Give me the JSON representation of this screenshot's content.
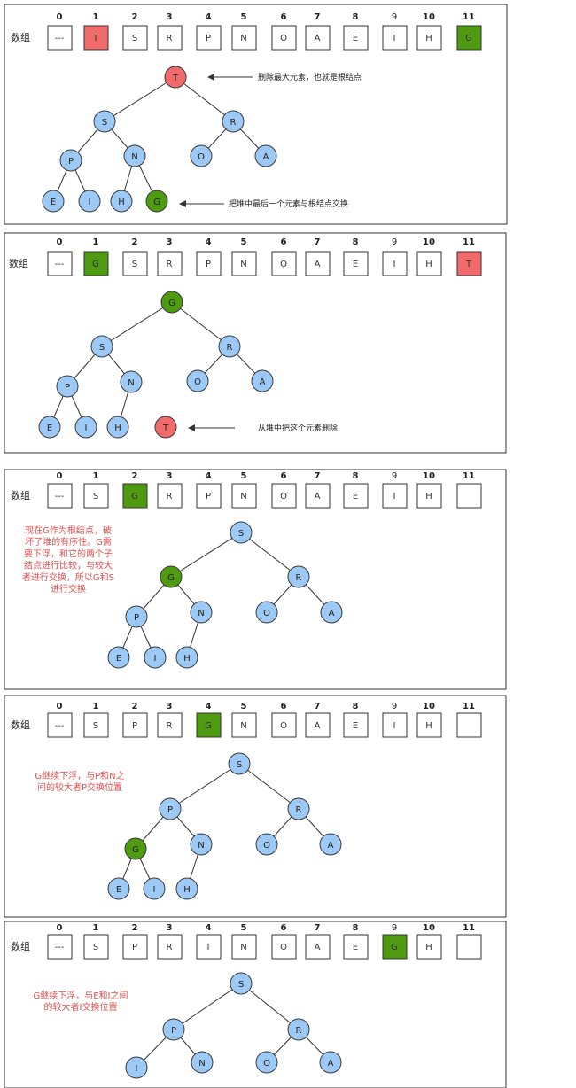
{
  "colors": {
    "red": "#f26b6b",
    "green": "#4e9a10",
    "blue": "#9cc9f5",
    "note": "#e05050"
  },
  "panels": [
    {
      "row_label": "数组",
      "indices": [
        "0",
        "1",
        "2",
        "3",
        "4",
        "5",
        "6",
        "7",
        "8",
        "9",
        "10",
        "11"
      ],
      "cells": [
        "---",
        "T",
        "S",
        "R",
        "P",
        "N",
        "O",
        "A",
        "E",
        "I",
        "H",
        "G"
      ],
      "cell_colors": [
        "",
        "red",
        "",
        "",
        "",
        "",
        "",
        "",
        "",
        "",
        "",
        "green"
      ],
      "nodes": [
        {
          "label": "T",
          "color": "red"
        },
        {
          "label": "S",
          "color": "blue"
        },
        {
          "label": "R",
          "color": "blue"
        },
        {
          "label": "P",
          "color": "blue"
        },
        {
          "label": "N",
          "color": "blue"
        },
        {
          "label": "O",
          "color": "blue"
        },
        {
          "label": "A",
          "color": "blue"
        },
        {
          "label": "E",
          "color": "blue"
        },
        {
          "label": "I",
          "color": "blue"
        },
        {
          "label": "H",
          "color": "blue"
        },
        {
          "label": "G",
          "color": "green"
        }
      ],
      "annotations": [
        "删除最大元素，也就是根结点",
        "把堆中最后一个元素与根结点交换"
      ],
      "note": []
    },
    {
      "row_label": "数组",
      "indices": [
        "0",
        "1",
        "2",
        "3",
        "4",
        "5",
        "6",
        "7",
        "8",
        "9",
        "10",
        "11"
      ],
      "cells": [
        "---",
        "G",
        "S",
        "R",
        "P",
        "N",
        "O",
        "A",
        "E",
        "I",
        "H",
        "T"
      ],
      "cell_colors": [
        "",
        "green",
        "",
        "",
        "",
        "",
        "",
        "",
        "",
        "",
        "",
        "red"
      ],
      "nodes": [
        {
          "label": "G",
          "color": "green"
        },
        {
          "label": "S",
          "color": "blue"
        },
        {
          "label": "R",
          "color": "blue"
        },
        {
          "label": "P",
          "color": "blue"
        },
        {
          "label": "N",
          "color": "blue"
        },
        {
          "label": "O",
          "color": "blue"
        },
        {
          "label": "A",
          "color": "blue"
        },
        {
          "label": "E",
          "color": "blue"
        },
        {
          "label": "I",
          "color": "blue"
        },
        {
          "label": "H",
          "color": "blue"
        },
        {
          "label": "T",
          "color": "red"
        }
      ],
      "annotations": [
        "从堆中把这个元素删除"
      ],
      "note": []
    },
    {
      "row_label": "数组",
      "indices": [
        "0",
        "1",
        "2",
        "3",
        "4",
        "5",
        "6",
        "7",
        "8",
        "9",
        "10",
        "11"
      ],
      "cells": [
        "---",
        "S",
        "G",
        "R",
        "P",
        "N",
        "O",
        "A",
        "E",
        "I",
        "H",
        ""
      ],
      "cell_colors": [
        "",
        "",
        "green",
        "",
        "",
        "",
        "",
        "",
        "",
        "",
        "",
        ""
      ],
      "nodes": [
        {
          "label": "S",
          "color": "blue"
        },
        {
          "label": "G",
          "color": "green"
        },
        {
          "label": "R",
          "color": "blue"
        },
        {
          "label": "P",
          "color": "blue"
        },
        {
          "label": "N",
          "color": "blue"
        },
        {
          "label": "O",
          "color": "blue"
        },
        {
          "label": "A",
          "color": "blue"
        },
        {
          "label": "E",
          "color": "blue"
        },
        {
          "label": "I",
          "color": "blue"
        },
        {
          "label": "H",
          "color": "blue"
        }
      ],
      "annotations": [],
      "note": [
        "现在G作为根结点，破",
        "坏了堆的有序性。G需",
        "要下浮，和它的两个子",
        "结点进行比较，与较大",
        "者进行交换，所以G和S",
        "进行交换"
      ]
    },
    {
      "row_label": "数组",
      "indices": [
        "0",
        "1",
        "2",
        "3",
        "4",
        "5",
        "6",
        "7",
        "8",
        "9",
        "10",
        "11"
      ],
      "cells": [
        "---",
        "S",
        "P",
        "R",
        "G",
        "N",
        "O",
        "A",
        "E",
        "I",
        "H",
        ""
      ],
      "cell_colors": [
        "",
        "",
        "",
        "",
        "green",
        "",
        "",
        "",
        "",
        "",
        "",
        ""
      ],
      "nodes": [
        {
          "label": "S",
          "color": "blue"
        },
        {
          "label": "P",
          "color": "blue"
        },
        {
          "label": "R",
          "color": "blue"
        },
        {
          "label": "G",
          "color": "green"
        },
        {
          "label": "N",
          "color": "blue"
        },
        {
          "label": "O",
          "color": "blue"
        },
        {
          "label": "A",
          "color": "blue"
        },
        {
          "label": "E",
          "color": "blue"
        },
        {
          "label": "I",
          "color": "blue"
        },
        {
          "label": "H",
          "color": "blue"
        }
      ],
      "annotations": [],
      "note": [
        "G继续下浮，与P和N之",
        "间的较大者P交换位置"
      ]
    },
    {
      "row_label": "数组",
      "indices": [
        "0",
        "1",
        "2",
        "3",
        "4",
        "5",
        "6",
        "7",
        "8",
        "9",
        "10",
        "11"
      ],
      "cells": [
        "---",
        "S",
        "P",
        "R",
        "I",
        "N",
        "O",
        "A",
        "E",
        "G",
        "H",
        ""
      ],
      "cell_colors": [
        "",
        "",
        "",
        "",
        "",
        "",
        "",
        "",
        "",
        "green",
        "",
        ""
      ],
      "nodes": [
        {
          "label": "S",
          "color": "blue"
        },
        {
          "label": "P",
          "color": "blue"
        },
        {
          "label": "R",
          "color": "blue"
        },
        {
          "label": "I",
          "color": "blue"
        },
        {
          "label": "N",
          "color": "blue"
        },
        {
          "label": "O",
          "color": "blue"
        },
        {
          "label": "A",
          "color": "blue"
        }
      ],
      "annotations": [],
      "note": [
        "G继续下浮，与E和I之间",
        "的较大者I交换位置"
      ]
    }
  ]
}
